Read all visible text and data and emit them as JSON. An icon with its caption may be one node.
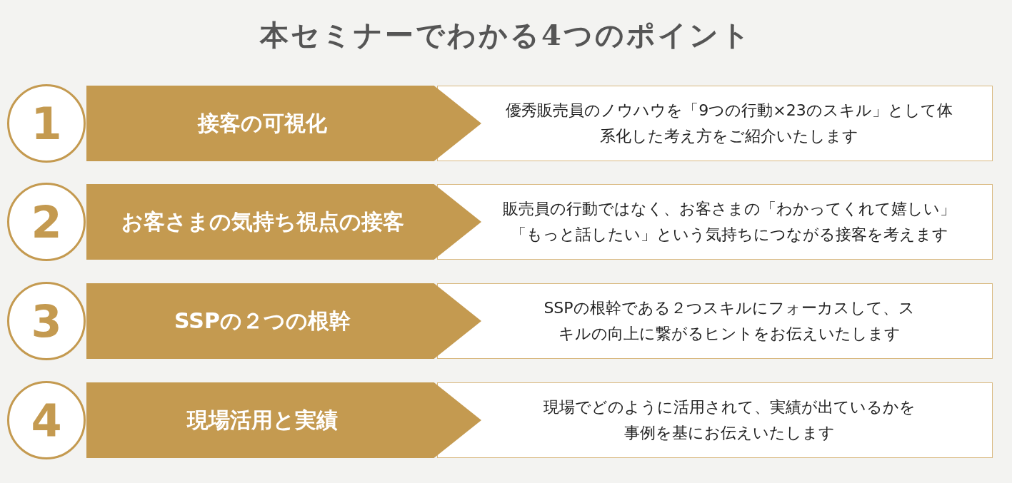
{
  "diagram": {
    "title": "本セミナーでわかる4つのポイント",
    "nodes": [
      {
        "text": [
          "1"
        ]
      },
      {
        "text": [
          "接客の可視化"
        ]
      },
      {
        "text": [
          "優秀販売員のノウハウを「9つの行動×23のスキル」として体系化した考え方をご紹介いたします"
        ]
      },
      {
        "text": [
          "2"
        ]
      },
      {
        "text": [
          "お客さまの気持ち視点の接客"
        ]
      },
      {
        "text": [
          "販売員の行動ではなく、お客さまの「わかってくれて嬉しい」「もっと話したい」という気持ちにつながる接客を考えます"
        ]
      },
      {
        "text": [
          "3"
        ]
      },
      {
        "text": [
          "SSPの２つの根幹"
        ]
      },
      {
        "text": [
          "SSPの根幹である２つスキルにフォーカスして、スキルの向上に繋がるヒントをお伝えいたします"
        ]
      },
      {
        "text": [
          "4"
        ]
      },
      {
        "text": [
          "現場活用と実績"
        ]
      },
      {
        "text": [
          "現場でどのように活用されて、実績が出ているかを事例を基にお伝えいたします"
        ]
      }
    ]
  }
}
